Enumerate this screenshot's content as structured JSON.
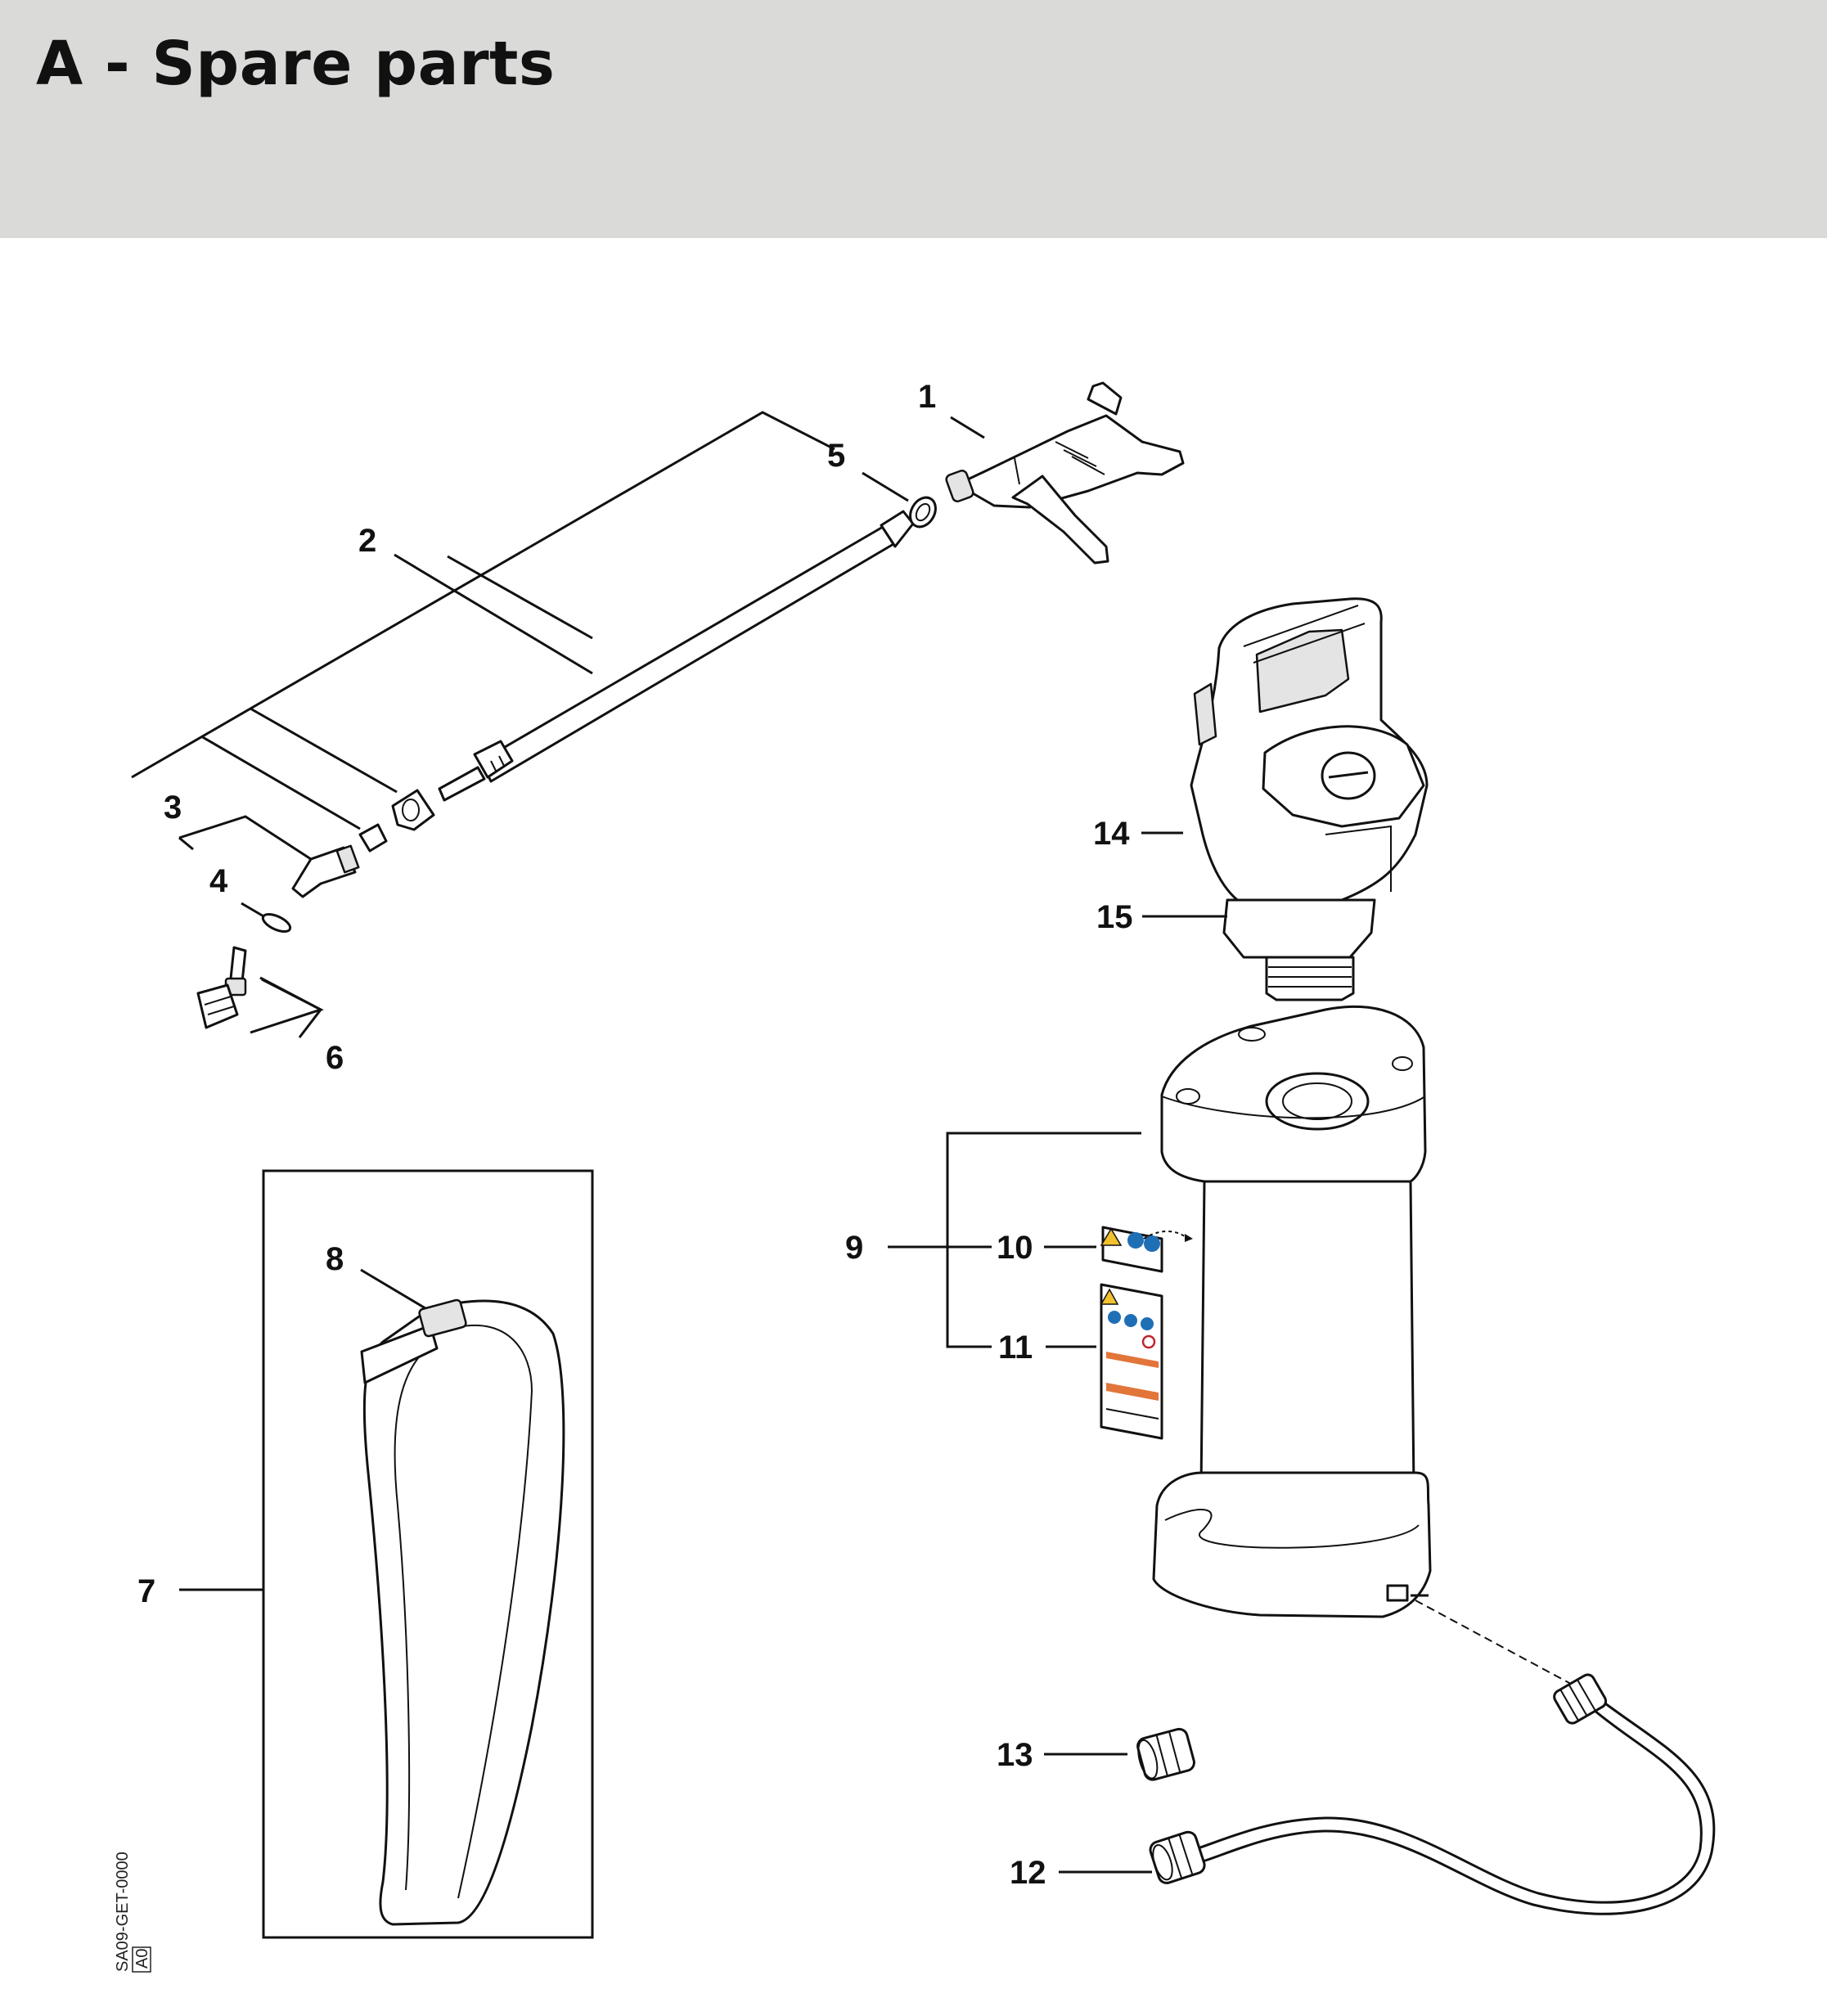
{
  "header": {
    "title": "A - Spare parts",
    "background": "#dadbd9"
  },
  "diagram": {
    "callouts": [
      {
        "id": "1",
        "label": "1"
      },
      {
        "id": "2",
        "label": "2"
      },
      {
        "id": "3",
        "label": "3"
      },
      {
        "id": "4",
        "label": "4"
      },
      {
        "id": "5",
        "label": "5"
      },
      {
        "id": "6",
        "label": "6"
      },
      {
        "id": "7",
        "label": "7"
      },
      {
        "id": "8",
        "label": "8"
      },
      {
        "id": "9",
        "label": "9"
      },
      {
        "id": "10",
        "label": "10"
      },
      {
        "id": "11",
        "label": "11"
      },
      {
        "id": "12",
        "label": "12"
      },
      {
        "id": "13",
        "label": "13"
      },
      {
        "id": "14",
        "label": "14"
      },
      {
        "id": "15",
        "label": "15"
      }
    ],
    "drawing_reference": "SA09-GET-0000",
    "revision": "A0",
    "label_colors": {
      "warning": "#f2c12e",
      "mandatory": "#1f6fb5",
      "stripe": "#e2753a"
    }
  }
}
